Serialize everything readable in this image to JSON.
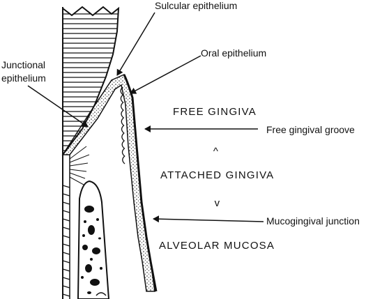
{
  "labels": {
    "sulcular_epithelium": "Sulcular epithelium",
    "oral_epithelium": "Oral epithelium",
    "junctional_epithelium_line1": "Junctional",
    "junctional_epithelium_line2": "epithelium",
    "free_gingival_groove": "Free gingival groove",
    "mucogingival_junction": "Mucogingival junction"
  },
  "zones": {
    "free_gingiva": "FREE GINGIVA",
    "up_marker": "^",
    "attached_gingiva": "ATTACHED GINGIVA",
    "down_marker": "v",
    "alveolar_mucosa": "ALVEOLAR MUCOSA"
  },
  "colors": {
    "ink": "#111111",
    "paper": "#ffffff"
  }
}
